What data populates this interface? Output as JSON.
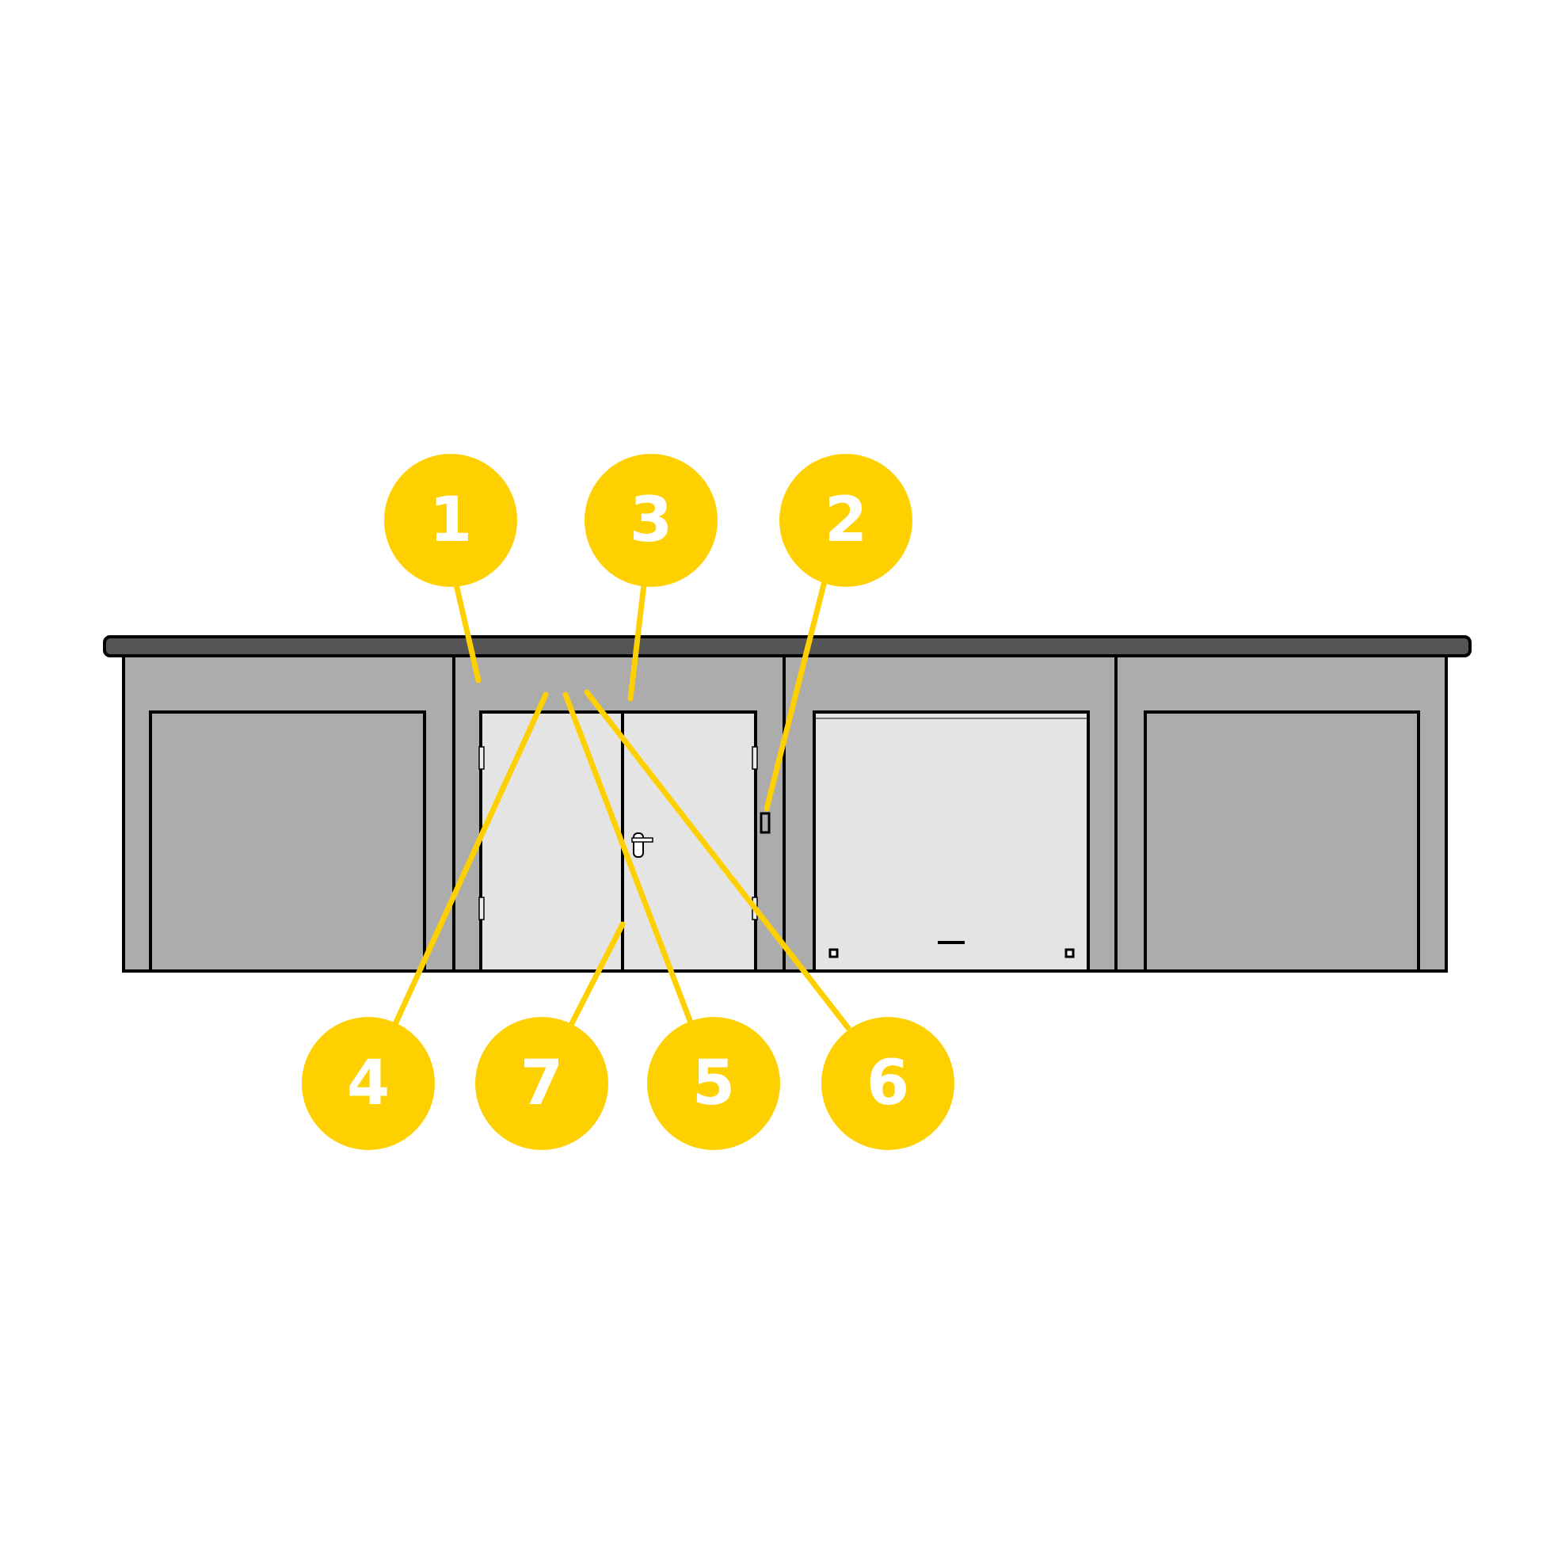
{
  "colors": {
    "background": "#ffffff",
    "roof": "#555555",
    "wall": "#acacac",
    "outline": "#000000",
    "door_panel": "#e4e4e4",
    "callout": "#ffd000",
    "callout_text": "#ffffff"
  },
  "callouts": [
    {
      "label": "1"
    },
    {
      "label": "3"
    },
    {
      "label": "2"
    },
    {
      "label": "4"
    },
    {
      "label": "7"
    },
    {
      "label": "5"
    },
    {
      "label": "6"
    }
  ]
}
